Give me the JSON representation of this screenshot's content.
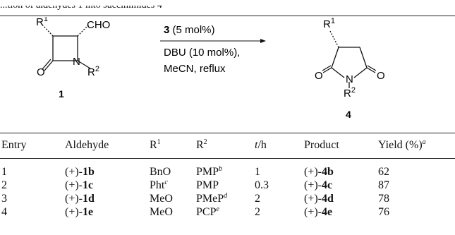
{
  "caption": {
    "tail": "...tion of aldehydes 1 into succinimides 4"
  },
  "scheme": {
    "reactant_number": "1",
    "product_number": "4",
    "substituent_1": "R",
    "substituent_1_sup": "1",
    "substituent_2": "R",
    "substituent_2_sup": "2",
    "aldehyde_group": "CHO",
    "atom_oxygen": "O",
    "atom_nitrogen": "N",
    "conditions": {
      "catalyst_number": "3",
      "catalyst_loading": " (5 mol%)",
      "base": "DBU (10 mol%),",
      "solvent": "MeCN, reflux"
    }
  },
  "table": {
    "headers": {
      "entry": "Entry",
      "aldehyde": "Aldehyde",
      "r1": "R",
      "r1_sup": "1",
      "r2": "R",
      "r2_sup": "2",
      "time": "t",
      "time_unit": "/h",
      "product": "Product",
      "yield": "Yield (%)",
      "yield_note": "a"
    },
    "rows": [
      {
        "entry": "1",
        "ald_sign": "(+)-",
        "ald": "1b",
        "r1": "BnO",
        "r1_note": "",
        "r2": "PMP",
        "r2_note": "b",
        "time": "1",
        "prod_sign": "(+)-",
        "prod": "4b",
        "yield": "62"
      },
      {
        "entry": "2",
        "ald_sign": "(+)-",
        "ald": "1c",
        "r1": "Pht",
        "r1_note": "c",
        "r2": "PMP",
        "r2_note": "",
        "time": "0.3",
        "prod_sign": "(+)-",
        "prod": "4c",
        "yield": "87"
      },
      {
        "entry": "3",
        "ald_sign": "(+)-",
        "ald": "1d",
        "r1": "MeO",
        "r1_note": "",
        "r2": "PMeP",
        "r2_note": "d",
        "time": "2",
        "prod_sign": "(+)-",
        "prod": "4d",
        "yield": "78"
      },
      {
        "entry": "4",
        "ald_sign": "(+)-",
        "ald": "1e",
        "r1": "MeO",
        "r1_note": "",
        "r2": "PCP",
        "r2_note": "e",
        "time": "2",
        "prod_sign": "(+)-",
        "prod": "4e",
        "yield": "76"
      }
    ]
  }
}
